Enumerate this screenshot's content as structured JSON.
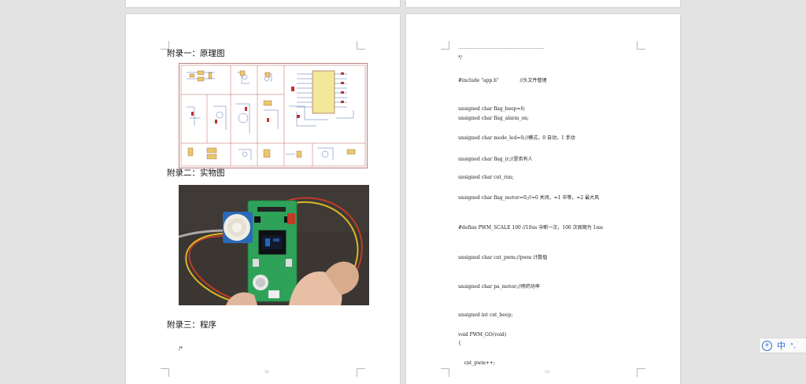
{
  "left_page": {
    "heading1": "附录一：原理图",
    "heading2": "附录二：实物图",
    "heading3": "附录三：程序",
    "code_start": "/*",
    "page_number": "31"
  },
  "right_page": {
    "code_lines": [
      "------------------------------------------------------------------------",
      "*/",
      "#include \"app.h\"              //头文件管理",
      "unsigned char flag_beep=0;",
      "unsigned char flag_alarm_on;",
      "unsigned char mode_led=0;//模式，0 自动，1 手动",
      "unsigned char flag_ir;//是否有人",
      "unsigned char cnt_run;",
      "unsigned char flag_motor=0;//=0 关闭，=1 中等，=2 最大风",
      "#define PWM_SCALE 100 //10us 中断一次，100 次周期为 1ms",
      "unsigned char cnt_pwm;//pwm 计数值",
      "unsigned char pa_motor;//喷药功率",
      "unsigned int cnt_beep;",
      "void PWM_GO(void)",
      "{",
      "    cnt_pwm++;"
    ],
    "page_number": "32"
  },
  "ime": {
    "logo": "拼",
    "lang": "中",
    "extra": "°,"
  }
}
